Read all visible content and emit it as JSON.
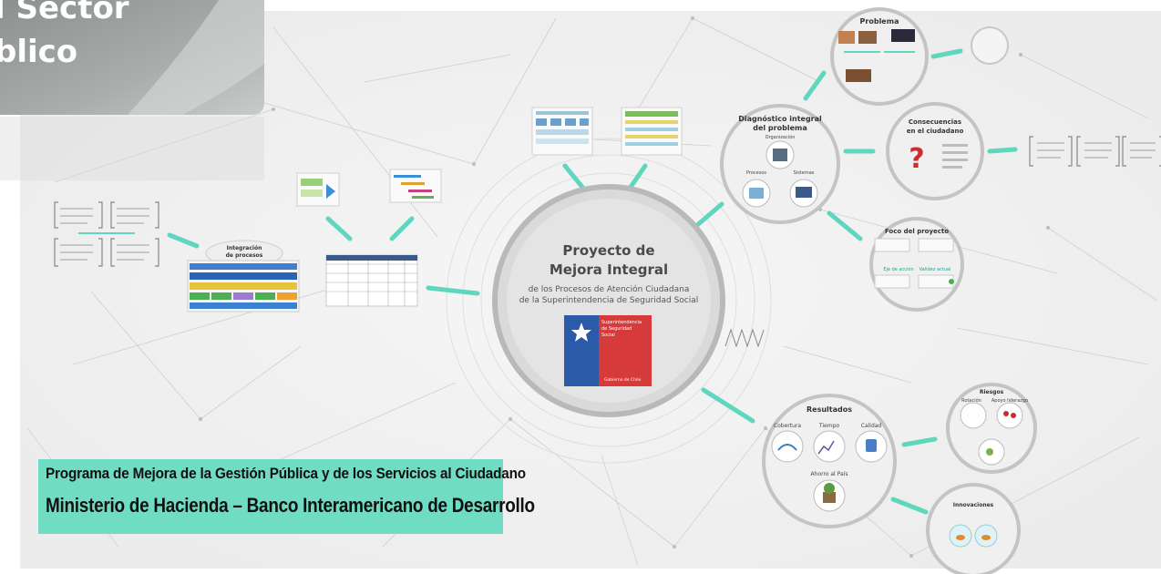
{
  "corner_frame": {
    "line1": "l Sector",
    "line2": "blico"
  },
  "center": {
    "title_line1": "Proyecto de",
    "title_line2": "Mejora Integral",
    "subtitle_line1": "de los Procesos de Atención Ciudadana",
    "subtitle_line2": "de la Superintendencia de Seguridad Social",
    "logo_text_line1": "Superintendencia",
    "logo_text_line2": "de Seguridad",
    "logo_text_line3": "Social",
    "logo_footer": "Gobierno de Chile",
    "colors": {
      "blue": "#2b5aa8",
      "red": "#d63a3a"
    }
  },
  "nodes": {
    "problema": {
      "title": "Problema"
    },
    "diagnostico": {
      "title_line1": "Diagnóstico integral",
      "title_line2": "del problema",
      "sub1": "Organización",
      "sub2": "Procesos",
      "sub3": "Sistemas"
    },
    "consecuencias": {
      "title_line1": "Consecuencias",
      "title_line2": "en el ciudadano"
    },
    "foco": {
      "title": "Foco del proyecto",
      "label1": "Eje de acción",
      "label2": "Validez actual"
    },
    "resultados": {
      "title": "Resultados",
      "sub1": "Cobertura",
      "sub2": "Tiempo",
      "sub3": "Calidad",
      "sub4": "Ahorro al País"
    },
    "riesgos": {
      "title": "Riesgos",
      "sub1": "Rotación",
      "sub2": "Apoyo liderazgo"
    },
    "innovaciones": {
      "title": "Innovaciones"
    },
    "integracion": {
      "title_line1": "Integración",
      "title_line2": "de procesos"
    }
  },
  "banner": {
    "line1": "Programa de Mejora de la Gestión Pública y de los Servicios al Ciudadano",
    "line2": "Ministerio de Hacienda – Banco Interamericano de Desarrollo"
  },
  "colors": {
    "accent": "#5fd6bd",
    "ring": "#c8c8c8",
    "bg": "#f1f1f1"
  }
}
